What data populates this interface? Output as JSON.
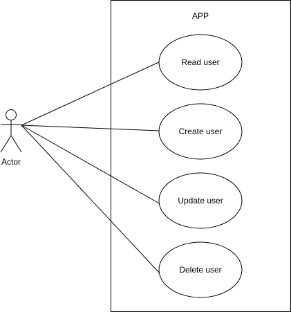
{
  "system": {
    "title": "APP"
  },
  "actor": {
    "label": "Actor"
  },
  "use_cases": [
    {
      "label": "Read user"
    },
    {
      "label": "Create user"
    },
    {
      "label": "Update user"
    },
    {
      "label": "Delete user"
    }
  ],
  "colors": {
    "stroke": "#000000",
    "fill": "#ffffff",
    "text": "#000000"
  }
}
